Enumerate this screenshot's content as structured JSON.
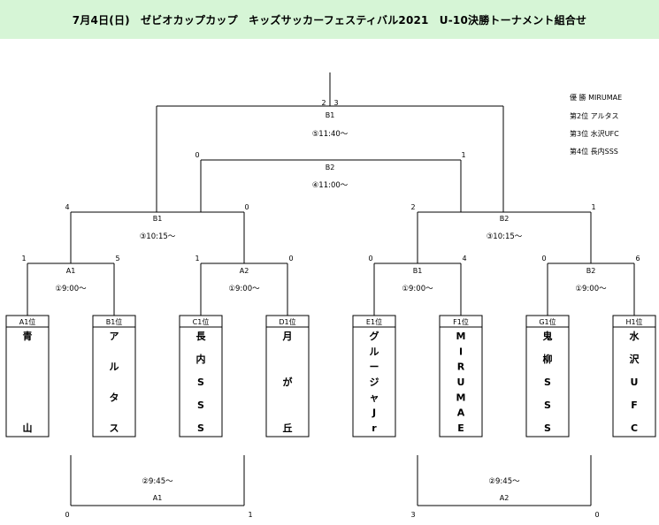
{
  "title": "7月4日(日)　ゼビオカップカップ　キッズサッカーフェスティバル2021　U-10決勝トーナメント組合せ",
  "results": [
    "優 勝 MIRUMAE",
    "第2位 アルタス",
    "第3位 水沢UFC",
    "第4位 長内SSS"
  ],
  "final": {
    "label": "B1",
    "time": "⑤11:40～",
    "score_left": "2",
    "score_right": "3"
  },
  "third_place": {
    "label": "B2",
    "time": "④11:00～",
    "score_left": "0",
    "score_right": "1"
  },
  "semis": [
    {
      "label": "B1",
      "time": "③10:15～",
      "score_left": "4",
      "score_right": "0"
    },
    {
      "label": "B2",
      "time": "③10:15～",
      "score_left": "2",
      "score_right": "1"
    }
  ],
  "quarters": [
    {
      "label": "A1",
      "time": "①9:00～",
      "score_left": "1",
      "score_right": "5"
    },
    {
      "label": "A2",
      "time": "①9:00～",
      "score_left": "1",
      "score_right": "0"
    },
    {
      "label": "B1",
      "time": "①9:00～",
      "score_left": "0",
      "score_right": "4"
    },
    {
      "label": "B2",
      "time": "①9:00～",
      "score_left": "0",
      "score_right": "6"
    }
  ],
  "teams": [
    {
      "seed": "A1位",
      "chars": [
        "青",
        "",
        "",
        "",
        "山"
      ]
    },
    {
      "seed": "B1位",
      "chars": [
        "ア",
        "ル",
        "タ",
        "ス"
      ]
    },
    {
      "seed": "C1位",
      "chars": [
        "長",
        "内",
        "S",
        "S",
        "S"
      ]
    },
    {
      "seed": "D1位",
      "chars": [
        "月",
        "が",
        "丘"
      ]
    },
    {
      "seed": "E1位",
      "chars": [
        "グ",
        "ル",
        "ー",
        "ジ",
        "ャ",
        "J",
        "r"
      ]
    },
    {
      "seed": "F1位",
      "chars": [
        "M",
        "I",
        "R",
        "U",
        "M",
        "A",
        "E"
      ]
    },
    {
      "seed": "G1位",
      "chars": [
        "鬼",
        "柳",
        "S",
        "S",
        "S"
      ]
    },
    {
      "seed": "H1位",
      "chars": [
        "水",
        "沢",
        "U",
        "F",
        "C"
      ]
    }
  ],
  "consolation": [
    {
      "label": "A1",
      "time": "②9:45～",
      "score_left": "0",
      "score_right": "1"
    },
    {
      "label": "A2",
      "time": "②9:45～",
      "score_left": "3",
      "score_right": "0"
    }
  ]
}
